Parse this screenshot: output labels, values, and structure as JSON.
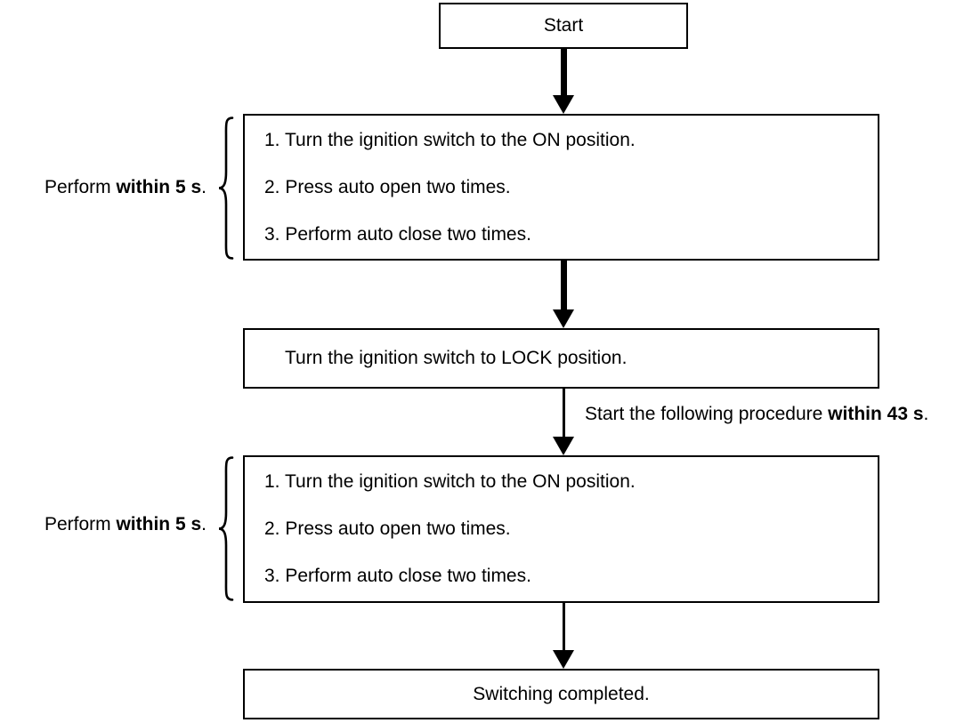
{
  "colors": {
    "ink": "#000000",
    "background": "#ffffff"
  },
  "flow": {
    "start_label": "Start",
    "perform_label": {
      "prefix": "Perform ",
      "bold": "within 5 s",
      "suffix": "."
    },
    "step_box_1": {
      "items": [
        "1. Turn the ignition switch to the ON position.",
        "2. Press auto open two times.",
        "3. Perform auto close two times."
      ]
    },
    "lock_label": "Turn the ignition switch to LOCK position.",
    "annotation": {
      "prefix": "Start the following procedure ",
      "bold": "within 43 s",
      "suffix": "."
    },
    "step_box_2": {
      "items": [
        "1. Turn the ignition switch to the ON position.",
        "2. Press auto open two times.",
        "3. Perform auto close two times."
      ]
    },
    "end_label": "Switching completed."
  }
}
